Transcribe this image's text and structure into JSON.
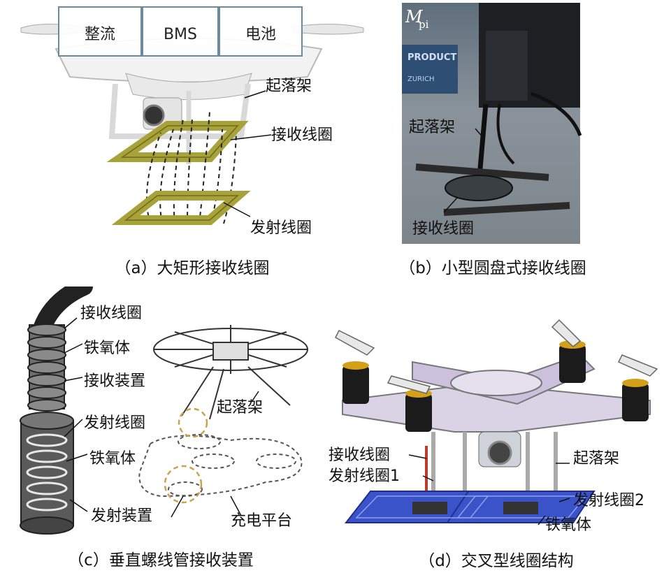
{
  "panel_a": {
    "box_labels": [
      "整流",
      "BMS",
      "电池"
    ],
    "label_landing_gear": "起落架",
    "label_receiver_coil": "接收线圈",
    "label_transmitter_coil": "发射线圈",
    "caption": "（a）大矩形接收线圈"
  },
  "panel_b": {
    "corner_symbol": "M",
    "corner_subscript": "pi",
    "photo_text_1": "PRODUCT",
    "photo_text_2": "ZURICH",
    "label_landing_gear": "起落架",
    "label_receiver_coil": "接收线圈",
    "caption": "（b）小型圆盘式接收线圈"
  },
  "panel_c": {
    "label_receiver_coil": "接收线圈",
    "label_ferrite_top": "铁氧体",
    "label_receiver_device": "接收装置",
    "label_transmitter_coil": "发射线圈",
    "label_ferrite_bottom": "铁氧体",
    "label_transmitter_device": "发射装置",
    "label_landing_gear": "起落架",
    "label_charging_platform": "充电平台",
    "caption": "（c）垂直螺线管接收装置"
  },
  "panel_d": {
    "label_receiver_coil": "接收线圈",
    "label_transmitter_coil_1": "发射线圈1",
    "label_landing_gear": "起落架",
    "label_transmitter_coil_2": "发射线圈2",
    "label_ferrite": "铁氧体",
    "caption": "（d）交叉型线圈结构"
  },
  "colors": {
    "coil_olive": "#a8a23a",
    "coil_blue": "#3b53c9",
    "receiver_red": "#c0392b",
    "dashed_tan": "#c9a24a",
    "motor_gold": "#d3a017",
    "drone_purple": "#b7a9c9"
  }
}
